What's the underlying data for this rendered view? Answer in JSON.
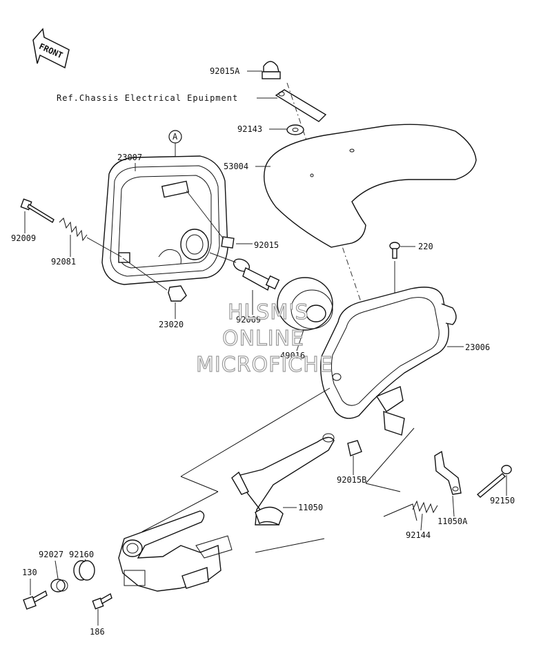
{
  "front_marker": "FRONT",
  "reference_note": "Ref.Chassis Electrical Epuipment",
  "circle_marker": "A",
  "watermark": [
    "HLSM'S",
    "ONLINE",
    "MICROFICHE"
  ],
  "parts": {
    "p92015A": "92015A",
    "p92143": "92143",
    "p53004": "53004",
    "p23007": "23007",
    "p92009": "92009",
    "p92081": "92081",
    "p92015": "92015",
    "p23020": "23020",
    "p92069": "92069",
    "p49016": "49016",
    "p220": "220",
    "p23006": "23006",
    "p92015B": "92015B",
    "p11050": "11050",
    "p11050A": "11050A",
    "p92150": "92150",
    "p92144": "92144",
    "p92160": "92160",
    "p92027": "92027",
    "p130": "130",
    "p186": "186"
  }
}
